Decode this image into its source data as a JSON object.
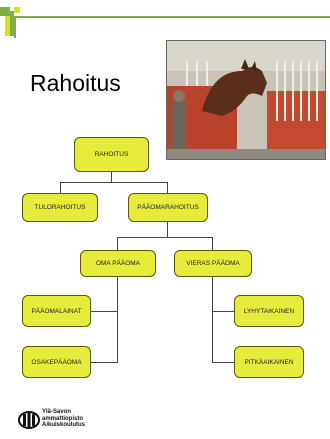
{
  "slide": {
    "title": "Rahoitus",
    "photo_alt": "horse-in-stable-photo",
    "logo_text_lines": [
      "Ylä-Savon",
      "ammattiopisto",
      "Aikuiskoulutus"
    ]
  },
  "diagram": {
    "root": "RAHOITUS",
    "level1": [
      "TULORAHOITUS",
      "PÄÄOMARAHOITUS"
    ],
    "level2": [
      "OMA PÄÄOMA",
      "VIERAS PÄÄOMA"
    ],
    "own_capital_children": [
      "PÄÄOMALAINAT",
      "OSAKEPÄÄOMA"
    ],
    "debt_children": [
      "LYHYTAIKAINEN",
      "PITKÄAIKAINEN"
    ]
  },
  "colors": {
    "node_fill": "#e6ec3c",
    "accent_green": "#7fb043",
    "accent_yellow": "#d8e021"
  }
}
